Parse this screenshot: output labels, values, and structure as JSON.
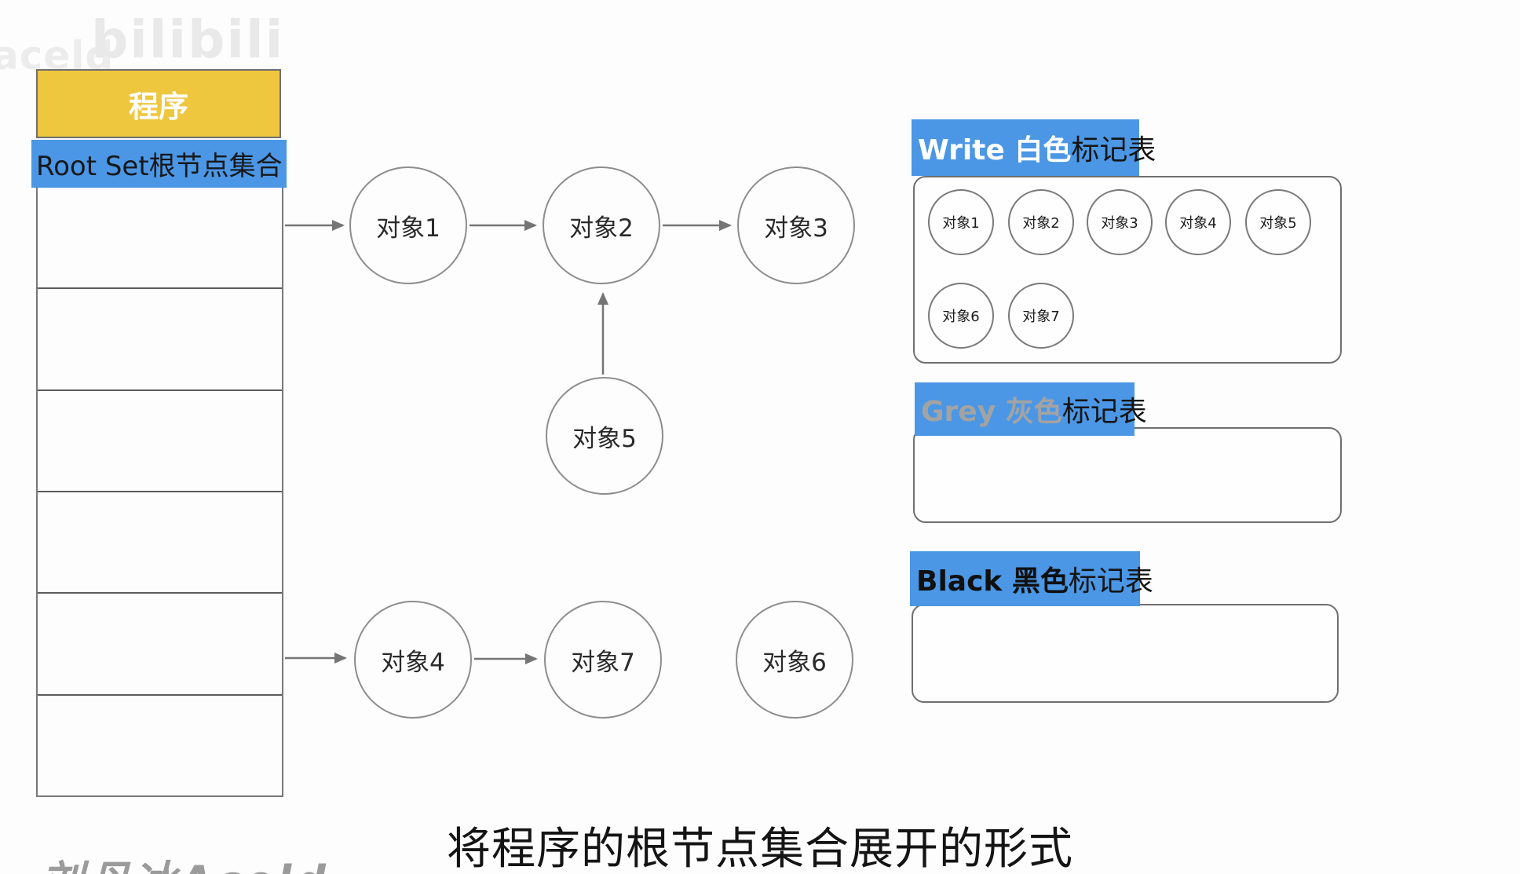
{
  "watermarks": {
    "top_left": "aceld",
    "top_logo": "bilibili",
    "bottom_left": "刘丹冰Aceld"
  },
  "program_table": {
    "header": "程序",
    "root_row": "Root Set根节点集合",
    "empty_rows": 6
  },
  "graph": {
    "nodes": [
      {
        "id": "obj1",
        "label": "对象1"
      },
      {
        "id": "obj2",
        "label": "对象2"
      },
      {
        "id": "obj3",
        "label": "对象3"
      },
      {
        "id": "obj4",
        "label": "对象4"
      },
      {
        "id": "obj5",
        "label": "对象5"
      },
      {
        "id": "obj6",
        "label": "对象6"
      },
      {
        "id": "obj7",
        "label": "对象7"
      }
    ],
    "edges": [
      {
        "from": "root_set",
        "to": "obj1"
      },
      {
        "from": "obj1",
        "to": "obj2"
      },
      {
        "from": "obj2",
        "to": "obj3"
      },
      {
        "from": "obj5",
        "to": "obj2"
      },
      {
        "from": "root_set",
        "to": "obj4"
      },
      {
        "from": "obj4",
        "to": "obj7"
      }
    ]
  },
  "mark_tables": {
    "white": {
      "title_prefix": "Write 白色",
      "title_suffix": "标记表",
      "items": [
        "对象1",
        "对象2",
        "对象3",
        "对象4",
        "对象5",
        "对象6",
        "对象7"
      ]
    },
    "grey": {
      "title_prefix": "Grey 灰色",
      "title_suffix": "标记表",
      "items": []
    },
    "black": {
      "title_prefix": "Black 黑色",
      "title_suffix": "标记表",
      "items": []
    }
  },
  "caption": "将程序的根节点集合展开的形式",
  "colors": {
    "highlight_blue": "#4b97e5",
    "header_yellow": "#eec73f",
    "outline_gray": "#787878",
    "arrow_gray": "#757575",
    "watermark_gray": "#9b9b9b"
  }
}
